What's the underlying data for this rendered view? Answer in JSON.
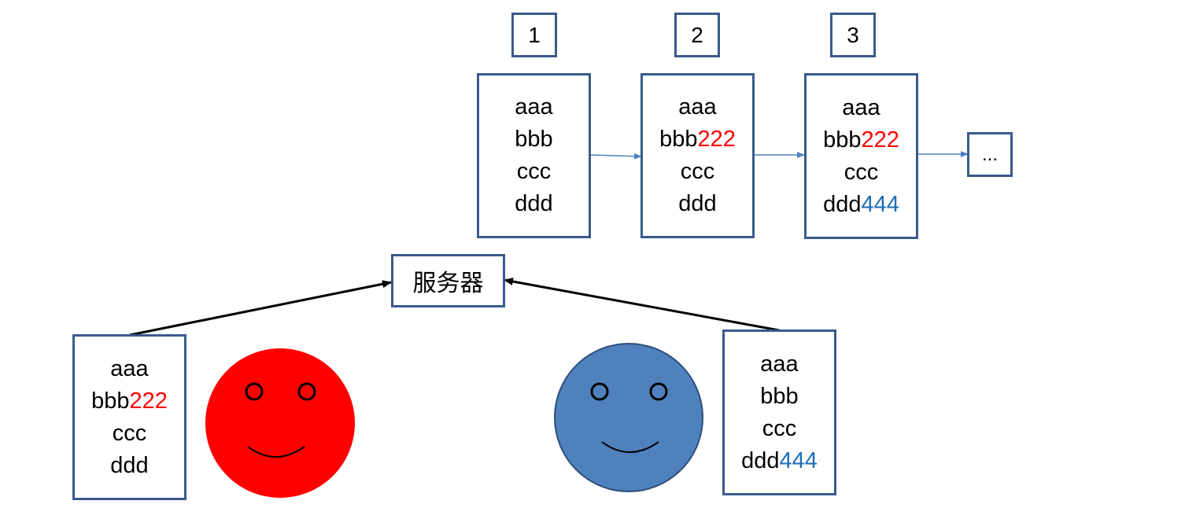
{
  "versions": [
    {
      "number": "1",
      "lines": [
        {
          "base": "aaa",
          "extra": ""
        },
        {
          "base": "bbb",
          "extra": ""
        },
        {
          "base": "ccc",
          "extra": ""
        },
        {
          "base": "ddd",
          "extra": ""
        }
      ]
    },
    {
      "number": "2",
      "lines": [
        {
          "base": "aaa",
          "extra": ""
        },
        {
          "base": "bbb",
          "extra": "222"
        },
        {
          "base": "ccc",
          "extra": ""
        },
        {
          "base": "ddd",
          "extra": ""
        }
      ]
    },
    {
      "number": "3",
      "lines": [
        {
          "base": "aaa",
          "extra": ""
        },
        {
          "base": "bbb",
          "extra": "222"
        },
        {
          "base": "ccc",
          "extra": ""
        },
        {
          "base": "ddd",
          "extra": "444"
        }
      ]
    }
  ],
  "ellipsis": "...",
  "server_label": "服务器",
  "clients": {
    "red": {
      "lines": [
        {
          "base": "aaa",
          "extra": ""
        },
        {
          "base": "bbb",
          "extra": "222"
        },
        {
          "base": "ccc",
          "extra": ""
        },
        {
          "base": "ddd",
          "extra": ""
        }
      ]
    },
    "blue": {
      "lines": [
        {
          "base": "aaa",
          "extra": ""
        },
        {
          "base": "bbb",
          "extra": ""
        },
        {
          "base": "ccc",
          "extra": ""
        },
        {
          "base": "ddd",
          "extra": "444"
        }
      ]
    }
  },
  "colors": {
    "box_border": "#3A5A8C",
    "connector": "#4F81BD",
    "edit_red": "#FF0000",
    "edit_blue": "#1F6DB5",
    "red_face": "#FF0000",
    "blue_face": "#4F81BD",
    "blue_face_outline": "#2E4F7A"
  }
}
